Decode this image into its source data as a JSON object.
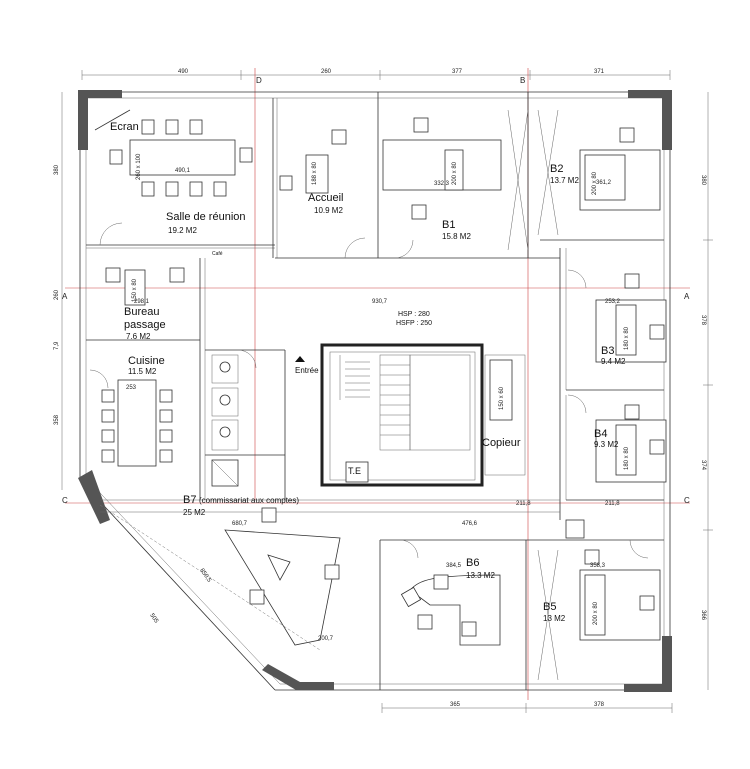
{
  "rooms": {
    "ecran": "Ecran",
    "salle_name": "Salle de réunion",
    "salle_area": "19.2 M2",
    "accueil_name": "Accueil",
    "accueil_area": "10.9 M2",
    "b1_name": "B1",
    "b1_area": "15.8 M2",
    "b2_name": "B2",
    "b2_area": "13.7 M2",
    "cafe": "Café",
    "bureau_name1": "Bureau",
    "bureau_name2": "passage",
    "bureau_area": "7.6 M2",
    "cuisine_name": "Cuisine",
    "cuisine_area": "11.5 M2",
    "b3_name": "B3",
    "b3_area": "9.4 M2",
    "b4_name": "B4",
    "b4_area": "9.3 M2",
    "entree": "Entrée",
    "hsp": "HSP : 280",
    "hsfp": "HSFP : 250",
    "copieur": "Copieur",
    "te": "T.E",
    "b7_name": "B7",
    "b7_sub": "(commissariat aux comptes)",
    "b7_area": "25 M2",
    "b6_name": "B6",
    "b6_area": "13.3 M2",
    "b5_name": "B5",
    "b5_area": "13 M2"
  },
  "furniture": {
    "salle_table": "260 x 100",
    "accueil_desk": "188 x 80",
    "b1_desk": "200 x 80",
    "b2_desk": "200 x 80",
    "bureau_desk": "150 x 80",
    "b3_desk": "180 x 80",
    "b4_desk": "180 x 80",
    "copieur_table": "150 x 60",
    "b5_desk": "200 x 80"
  },
  "dimensions": {
    "top": [
      "490",
      "260",
      "377",
      "371"
    ],
    "bottom": [
      "365",
      "378"
    ],
    "left": [
      "380",
      "260",
      "7,9",
      "358"
    ],
    "right": [
      "380",
      "378",
      "374",
      "366"
    ],
    "inner": [
      "490,1",
      "332,3",
      "361,2",
      "930,7",
      "253",
      "298,1",
      "211,8",
      "680,7",
      "476,6",
      "384,5",
      "358,3",
      "200,7",
      "253,2",
      "211,8",
      "850,5",
      "505"
    ]
  },
  "section_marks": {
    "a": "A",
    "b": "B",
    "c": "C",
    "d": "D"
  }
}
